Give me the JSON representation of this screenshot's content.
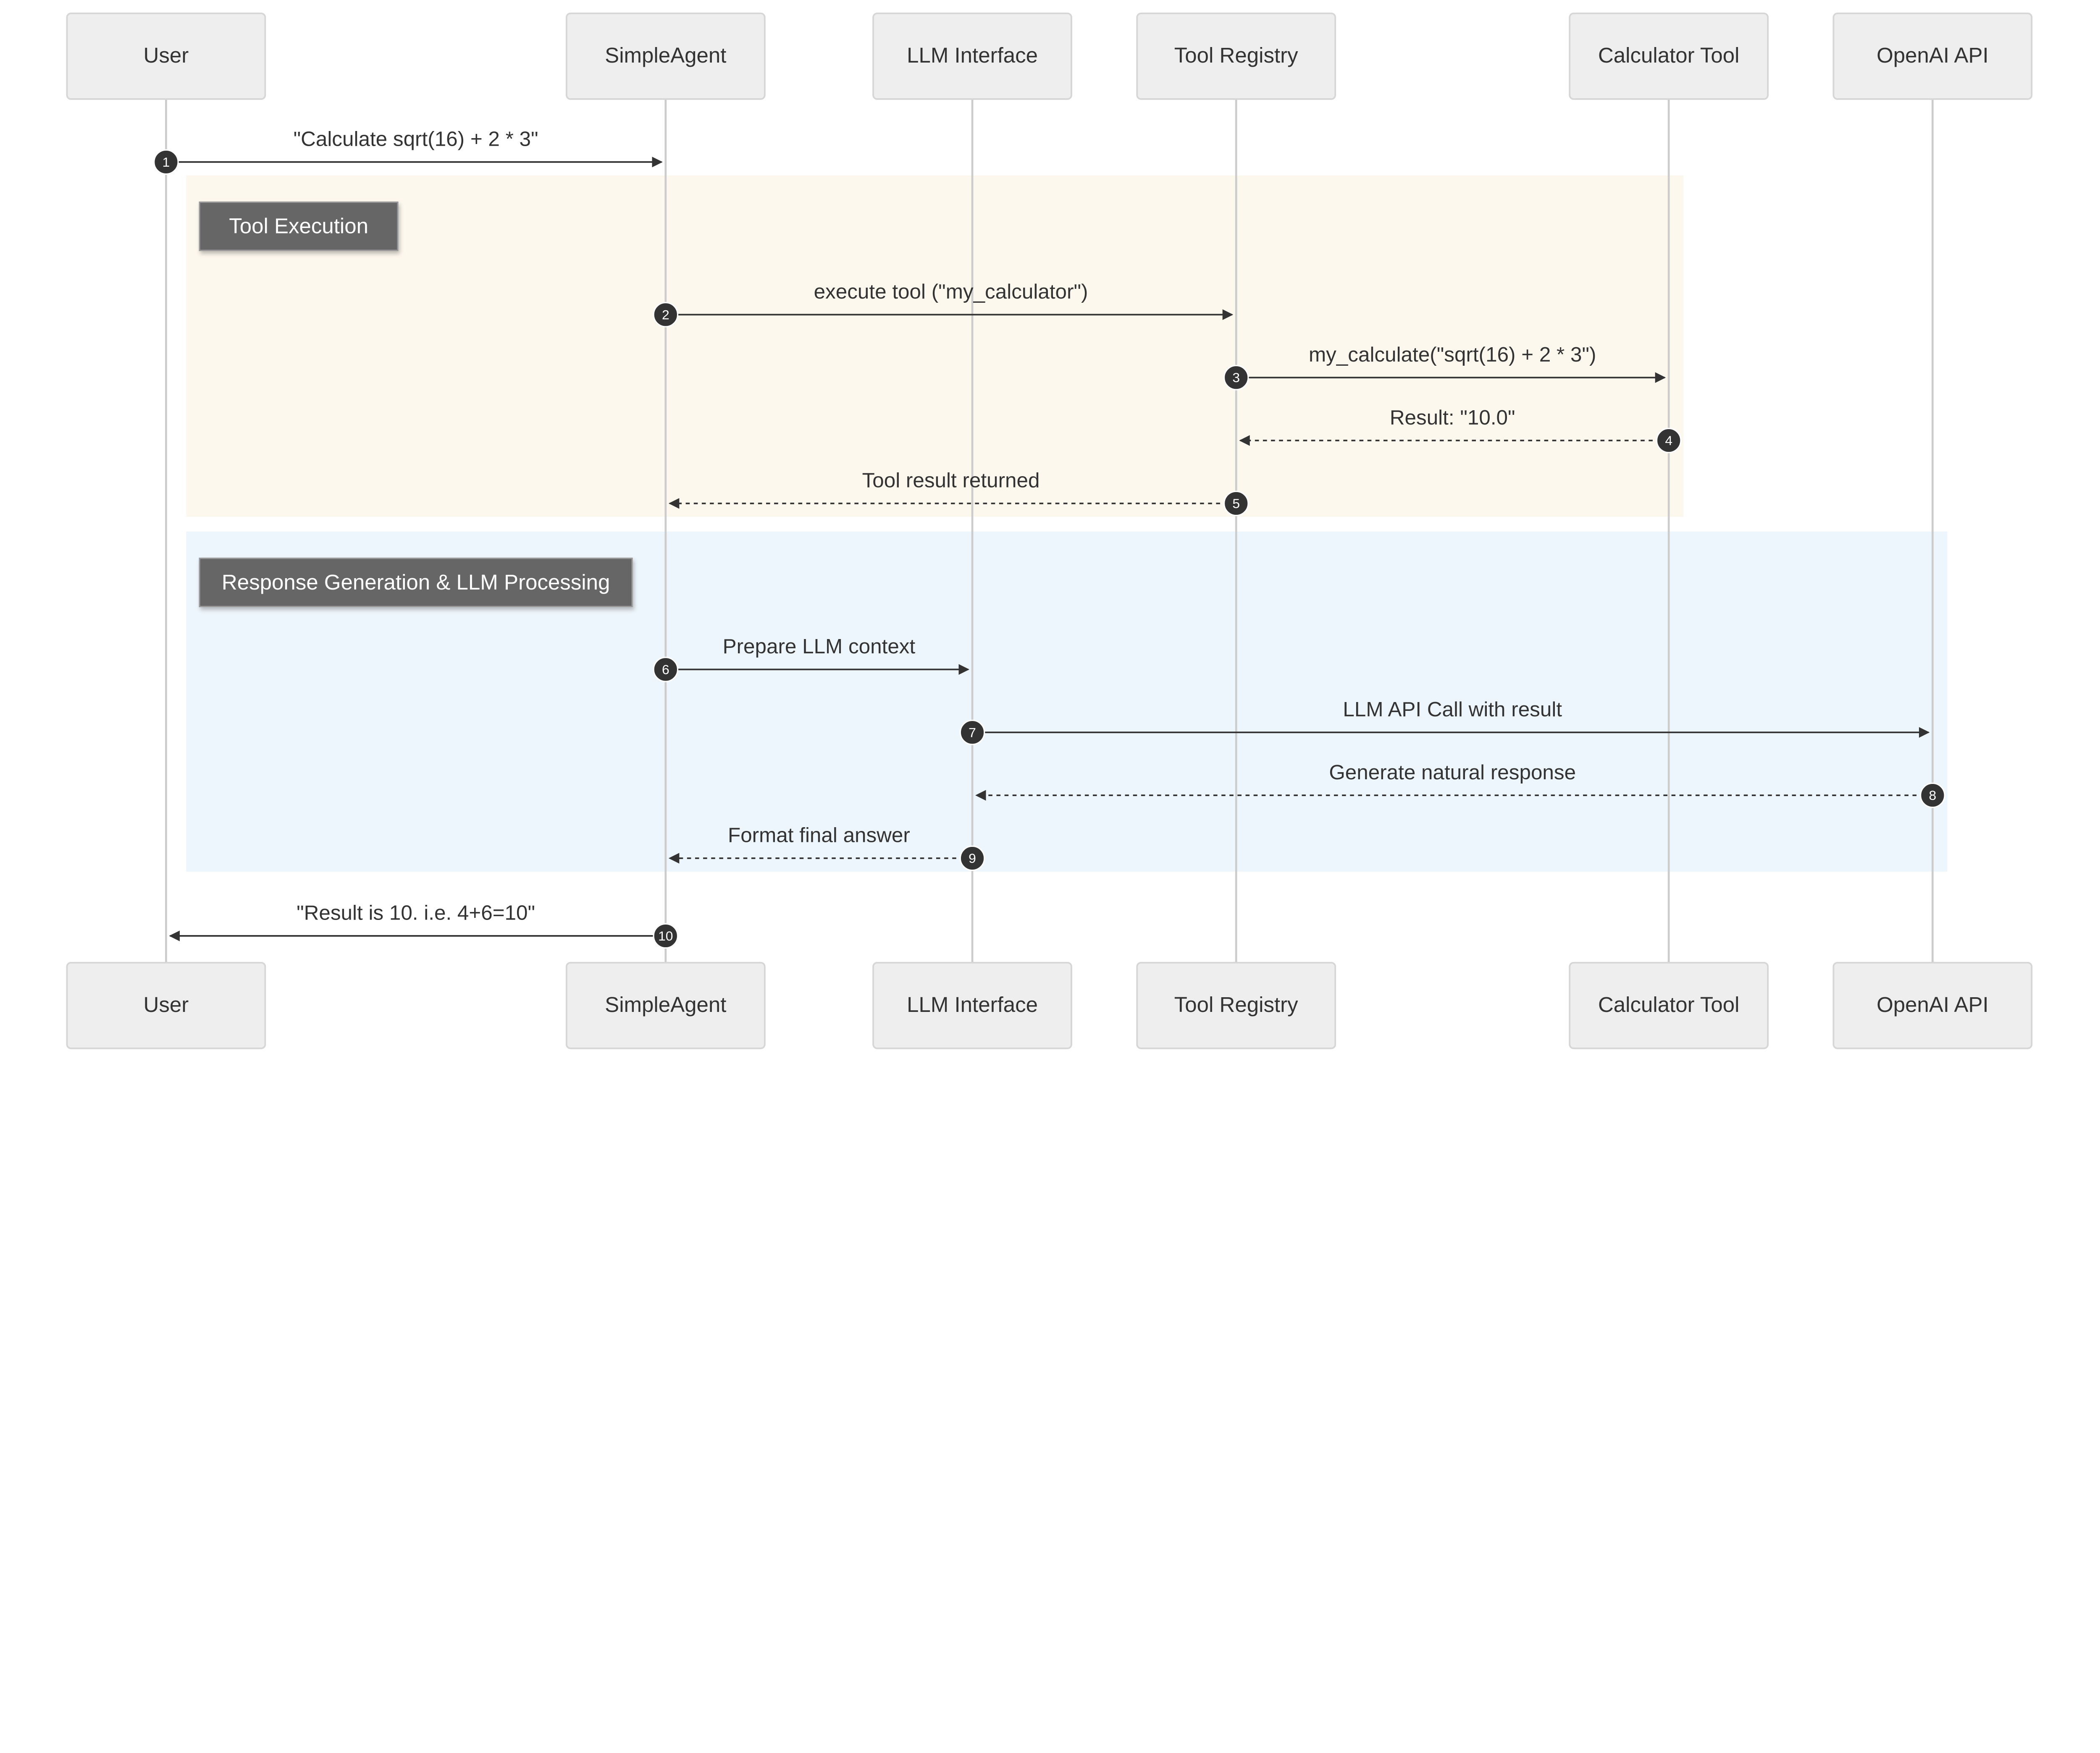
{
  "actors": [
    {
      "id": "user",
      "label": "User"
    },
    {
      "id": "agent",
      "label": "SimpleAgent"
    },
    {
      "id": "llm",
      "label": "LLM Interface"
    },
    {
      "id": "registry",
      "label": "Tool Registry"
    },
    {
      "id": "calc",
      "label": "Calculator Tool"
    },
    {
      "id": "openai",
      "label": "OpenAI API"
    }
  ],
  "groups": [
    {
      "label": "Tool Execution",
      "color": "#fdf8ee"
    },
    {
      "label": "Response Generation & LLM Processing",
      "color": "#eef6fd"
    }
  ],
  "messages": [
    {
      "number": "1",
      "from": "user",
      "to": "agent",
      "label": "\"Calculate sqrt(16) + 2 * 3\"",
      "style": "solid"
    },
    {
      "number": "2",
      "from": "agent",
      "to": "registry",
      "label": "execute tool (\"my_calculator\")",
      "style": "solid"
    },
    {
      "number": "3",
      "from": "registry",
      "to": "calc",
      "label": "my_calculate(\"sqrt(16) + 2 * 3\")",
      "style": "solid"
    },
    {
      "number": "4",
      "from": "calc",
      "to": "registry",
      "label": "Result: \"10.0\"",
      "style": "dashed"
    },
    {
      "number": "5",
      "from": "registry",
      "to": "agent",
      "label": "Tool result returned",
      "style": "dashed"
    },
    {
      "number": "6",
      "from": "agent",
      "to": "llm",
      "label": "Prepare LLM context",
      "style": "solid"
    },
    {
      "number": "7",
      "from": "llm",
      "to": "openai",
      "label": "LLM API Call with result",
      "style": "solid"
    },
    {
      "number": "8",
      "from": "openai",
      "to": "llm",
      "label": "Generate natural response",
      "style": "dashed"
    },
    {
      "number": "9",
      "from": "llm",
      "to": "agent",
      "label": "Format final answer",
      "style": "dashed"
    },
    {
      "number": "10",
      "from": "agent",
      "to": "user",
      "label": "\"Result is 10. i.e. 4+6=10\"",
      "style": "solid"
    }
  ]
}
